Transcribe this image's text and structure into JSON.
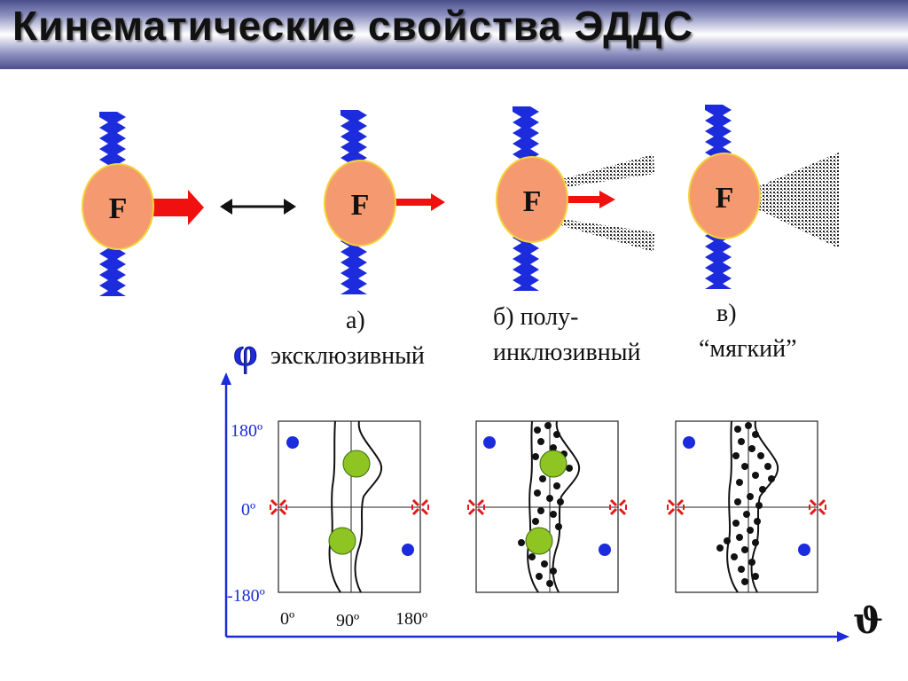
{
  "title": "Кинематические свойства ЭДДС",
  "mode_labels": {
    "a_line1": "а)",
    "a_line2": "эксклюзивный",
    "b_line1": "б) полу-",
    "b_line2": "инклюзивный",
    "c_line1": "в)",
    "c_line2": "“мягкий”"
  },
  "particle_label": "F",
  "axes": {
    "phi_symbol": "φ",
    "theta_symbol": "ϑ",
    "phi_top": "180º",
    "phi_mid": "0º",
    "phi_bottom": "-180º",
    "theta_left": "0º",
    "theta_mid": "90º",
    "theta_right": "180º"
  },
  "colors": {
    "accent_blue": "#1c2bdc",
    "particle_fill": "#f59a70",
    "particle_border": "#f4d23a",
    "arrow_red": "#f01010",
    "green_spot": "#8ec522",
    "red_cross": "#e21a1a"
  }
}
